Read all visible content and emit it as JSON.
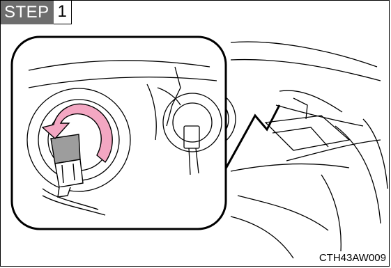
{
  "step": {
    "label": "STEP",
    "number": "1"
  },
  "figure": {
    "code": "CTH43AW009"
  },
  "icons": {
    "rotation_arrow": "counterclockwise-arrow-icon"
  },
  "colors": {
    "arrow_fill": "#f3a7c2",
    "step_badge": "#6d6d6d"
  }
}
